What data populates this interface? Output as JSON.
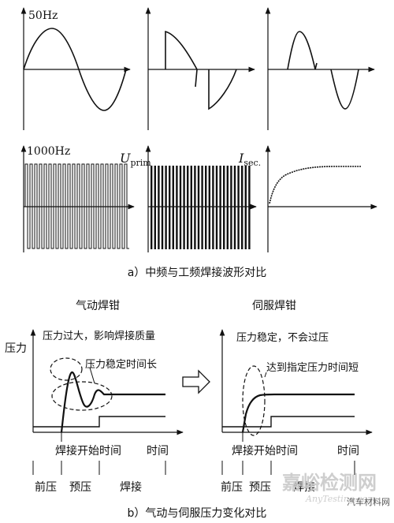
{
  "part_a": {
    "freq_50": "50Hz",
    "freq_1000": "1000Hz",
    "u_main": "U",
    "u_sub": "prim",
    "i_main": "I",
    "i_sub": "sec.",
    "caption": "a）中频与工频焊接波形对比"
  },
  "part_b": {
    "left_title": "气动焊钳",
    "right_title": "伺服焊钳",
    "y_label": "压力",
    "note_overshoot": "压力过大，影响焊接质量",
    "note_stable_long": "压力稳定时间长",
    "note_stable": "压力稳定，不会过压",
    "note_fast": "达到指定压力时间短",
    "x_start": "焊接开始时间",
    "x_time": "时间",
    "phase_pre": "前压",
    "phase_prepress": "预压",
    "phase_weld": "焊接",
    "caption": "b）气动与伺服压力变化对比"
  },
  "watermark": {
    "main": "嘉峪检测网",
    "sub": "AnyTesting.com",
    "brand": "汽车材料网"
  }
}
